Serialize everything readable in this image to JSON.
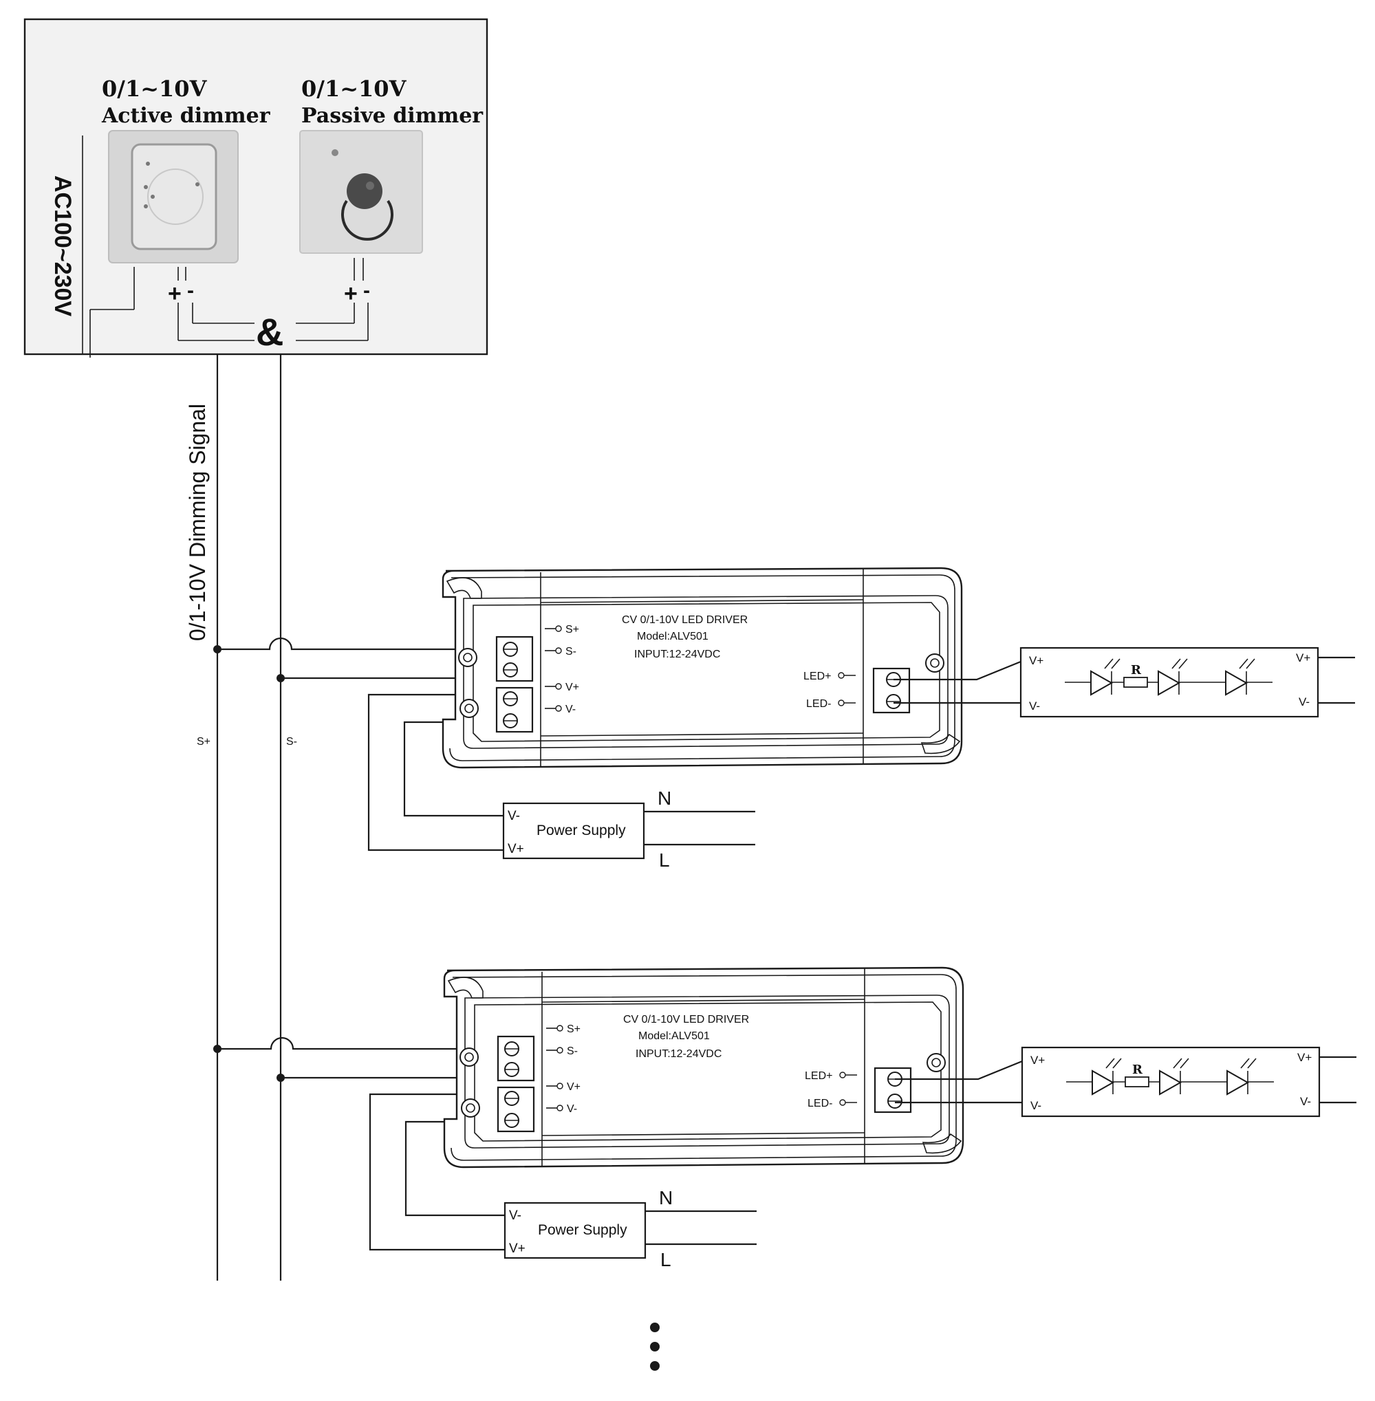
{
  "dimmer_panel": {
    "active": {
      "range": "0/1~10V",
      "name": "Active dimmer",
      "polarity_plus": "+",
      "polarity_minus": "-"
    },
    "passive": {
      "range": "0/1~10V",
      "name": "Passive dimmer",
      "polarity_plus": "+",
      "polarity_minus": "-"
    },
    "ampersand": "&",
    "mains_label": "AC100~230V"
  },
  "signal_bus": {
    "label": "0/1-10V Dimming Signal",
    "s_plus": "S+",
    "s_minus": "S-"
  },
  "drivers": [
    {
      "title": "CV 0/1-10V LED DRIVER",
      "model": "Model:ALV501",
      "input": "INPUT:12-24VDC",
      "terminals": {
        "s_plus": "S+",
        "s_minus": "S-",
        "v_plus": "V+",
        "v_minus": "V-",
        "led_plus": "LED+",
        "led_minus": "LED-"
      },
      "power_supply": {
        "label": "Power Supply",
        "v_minus": "V-",
        "v_plus": "V+",
        "n": "N",
        "l": "L"
      },
      "led_strip": {
        "v_plus_in": "V+",
        "v_minus_in": "V-",
        "v_plus_out": "V+",
        "v_minus_out": "V-",
        "resistor": "R"
      }
    },
    {
      "title": "CV 0/1-10V LED DRIVER",
      "model": "Model:ALV501",
      "input": "INPUT:12-24VDC",
      "terminals": {
        "s_plus": "S+",
        "s_minus": "S-",
        "v_plus": "V+",
        "v_minus": "V-",
        "led_plus": "LED+",
        "led_minus": "LED-"
      },
      "power_supply": {
        "label": "Power Supply",
        "v_minus": "V-",
        "v_plus": "V+",
        "n": "N",
        "l": "L"
      },
      "led_strip": {
        "v_plus_in": "V+",
        "v_minus_in": "V-",
        "v_plus_out": "V+",
        "v_minus_out": "V-",
        "resistor": "R"
      }
    }
  ],
  "colors": {
    "line": "#1a1a1a",
    "panel_bg": "#f2f2f2",
    "dimmer_plate": "#d9d9d9"
  }
}
